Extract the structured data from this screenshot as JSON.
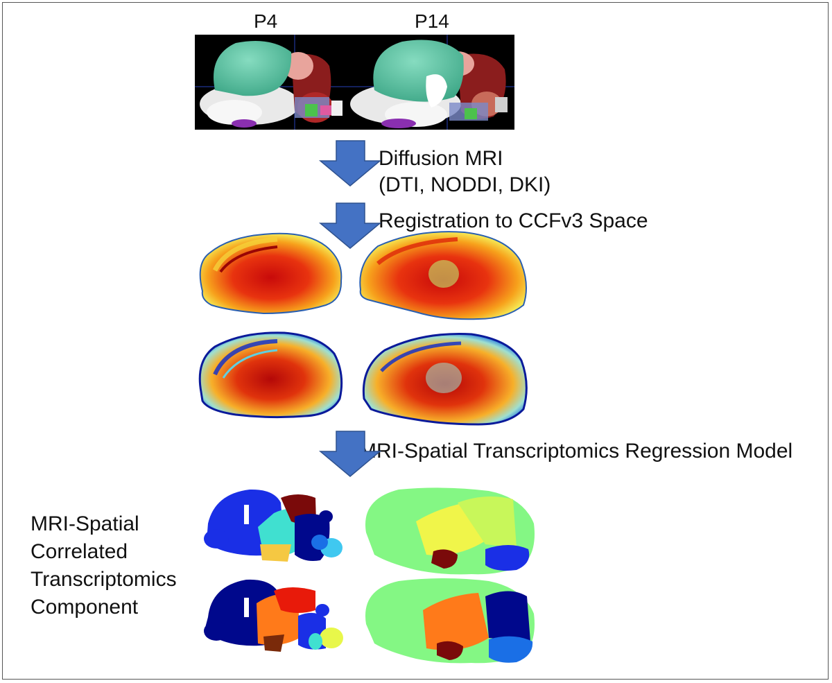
{
  "panels": {
    "age_left": "P4",
    "age_right": "P14"
  },
  "steps": [
    {
      "label": "Diffusion MRI"
    },
    {
      "label": "(DTI, NODDI, DKI)"
    },
    {
      "label": "Registration to CCFv3 Space"
    },
    {
      "label": "MRI-Spatial Transcriptomics Regression Model"
    }
  ],
  "side_label": {
    "line1": "MRI-Spatial",
    "line2": "Correlated",
    "line3": "Transcriptomics",
    "line4": "Component"
  },
  "colors": {
    "arrow": "#4472c4",
    "arrow_edge": "#2f528f",
    "frame": "#555555",
    "atlas_bg": "#000000",
    "cortex_green": "#5fc3a4",
    "cerebellum_red": "#8b1a1a",
    "heat_red": "#d11a0a",
    "heat_orange": "#f58a1c",
    "heat_yellow": "#f3e64a",
    "heat_blue": "#0a1fa8",
    "jet_navy": "#00088c",
    "jet_blue": "#1a2fe6",
    "jet_cyan": "#40e0d0",
    "jet_lightgreen": "#84f784",
    "jet_yellow": "#e8f74a",
    "jet_orange": "#ff7a1a",
    "jet_red": "#e81a0a",
    "jet_darkred": "#7a0a0a"
  }
}
